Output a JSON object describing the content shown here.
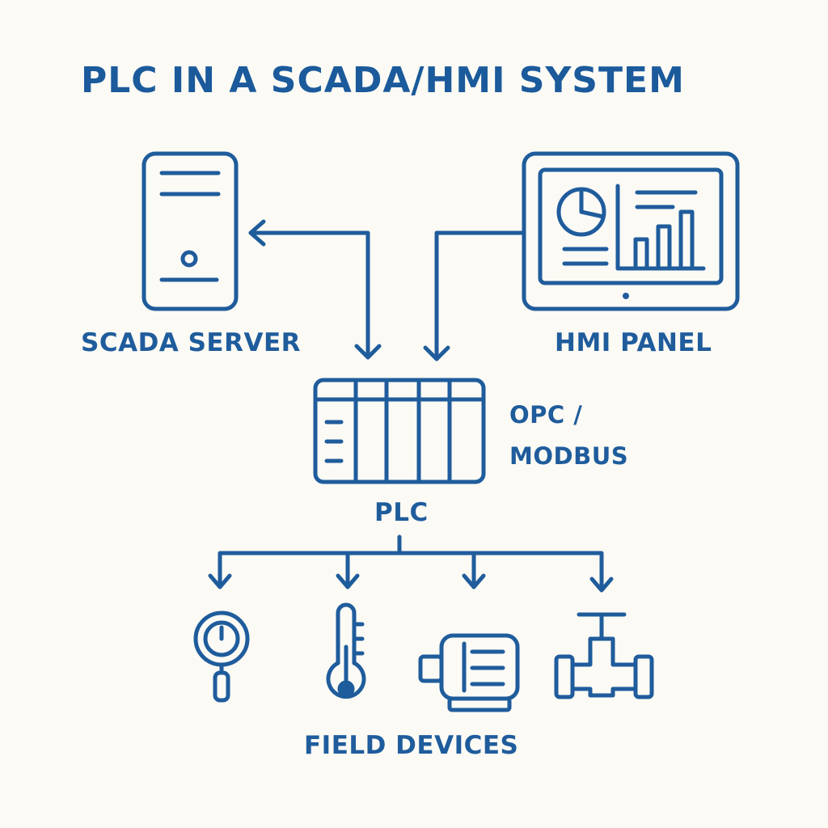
{
  "title": "PLC IN A SCADA/HMI SYSTEM",
  "nodes": {
    "scada_server": "SCADA SERVER",
    "hmi_panel": "HMI PANEL",
    "protocol": "OPC /\nMODBUS",
    "plc": "PLC",
    "field_devices": "FIELD DEVICES"
  },
  "field_device_icons": [
    "pressure-gauge-icon",
    "thermometer-icon",
    "motor-icon",
    "valve-icon"
  ],
  "colors": {
    "stroke": "#1f5c9c",
    "background": "#fbfaf5"
  }
}
